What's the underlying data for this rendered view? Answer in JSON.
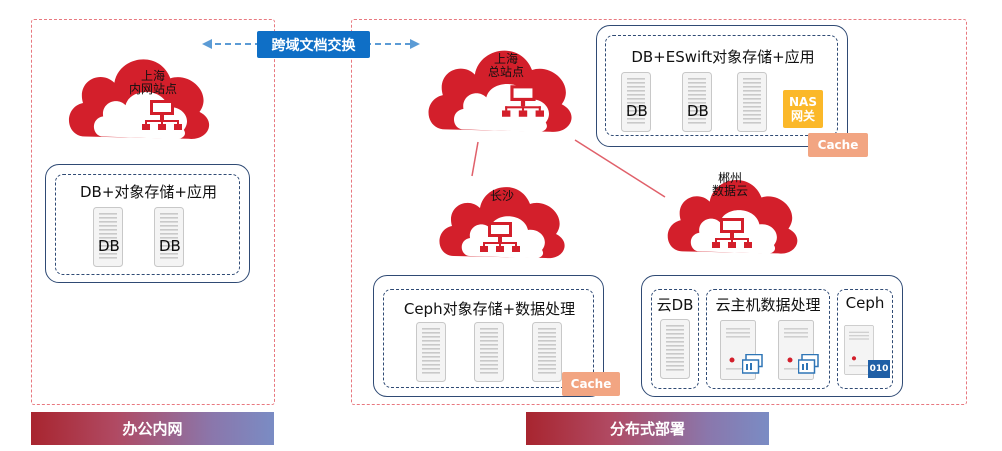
{
  "exchange_label": "跨域文档交换",
  "zones": {
    "office": {
      "label": "办公内网"
    },
    "distributed": {
      "label": "分布式部署"
    }
  },
  "clouds": {
    "shanghai_intranet": {
      "line1": "上海",
      "line2": "内网站点"
    },
    "shanghai_hq": {
      "line1": "上海",
      "line2": "总站点"
    },
    "changsha": {
      "line1": "长沙"
    },
    "chenzhou": {
      "line1": "郴州",
      "line2": "数据云"
    }
  },
  "boxes": {
    "office_storage": {
      "title": "DB+对象存储+应用",
      "db1": "DB",
      "db2": "DB"
    },
    "eswift": {
      "title": "DB+ESwift对象存储+应用",
      "db1": "DB",
      "db2": "DB",
      "nas_line1": "NAS",
      "nas_line2": "网关",
      "cache": "Cache"
    },
    "ceph": {
      "title": "Ceph对象存储+数据处理",
      "cache": "Cache"
    },
    "cloud_db": {
      "title": "云DB"
    },
    "vm_processing": {
      "title": "云主机数据处理"
    },
    "ceph_small": {
      "title": "Ceph",
      "badge": "010"
    }
  },
  "colors": {
    "cloud_red": "#d31f2b",
    "navy_border": "#2f4a74",
    "zone_dash": "#e8787f",
    "cache": "#f2a582",
    "nas": "#fbb829",
    "exchange": "#0f6fc6"
  }
}
